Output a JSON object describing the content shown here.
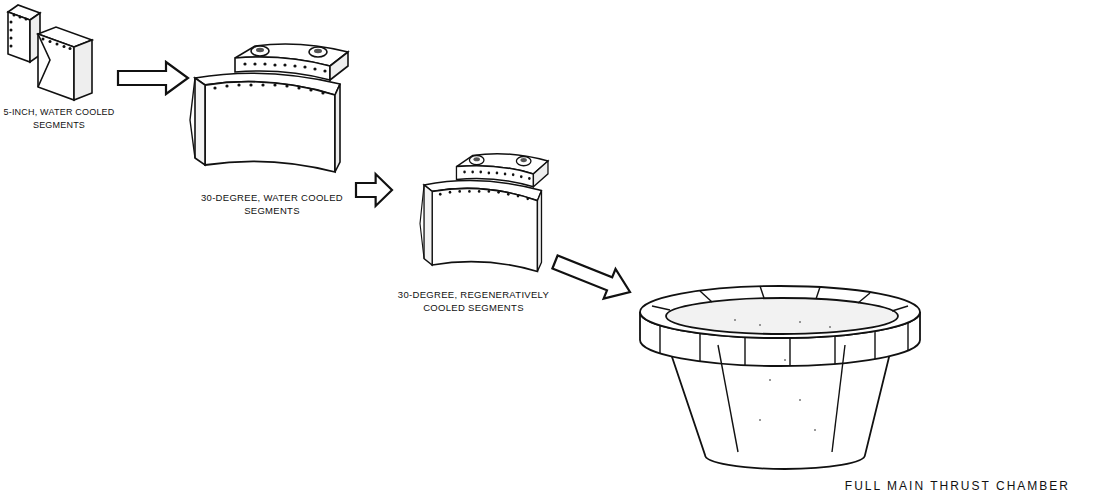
{
  "diagram": {
    "nodes": [
      {
        "text": [
          "5-INCH, WATER COOLED SEGMENTS"
        ]
      },
      {
        "text": [
          "30-DEGREE, WATER COOLED SEGMENTS"
        ]
      },
      {
        "text": [
          "30-DEGREE, REGENERATIVELY COOLED SEGMENTS"
        ]
      },
      {
        "text": [
          "FULL MAIN THRUST CHAMBER"
        ]
      }
    ],
    "edges": [
      {
        "from": 0,
        "to": 1,
        "arrow": "to"
      },
      {
        "from": 1,
        "to": 2,
        "arrow": "to"
      },
      {
        "from": 2,
        "to": 3,
        "arrow": "to"
      }
    ]
  }
}
